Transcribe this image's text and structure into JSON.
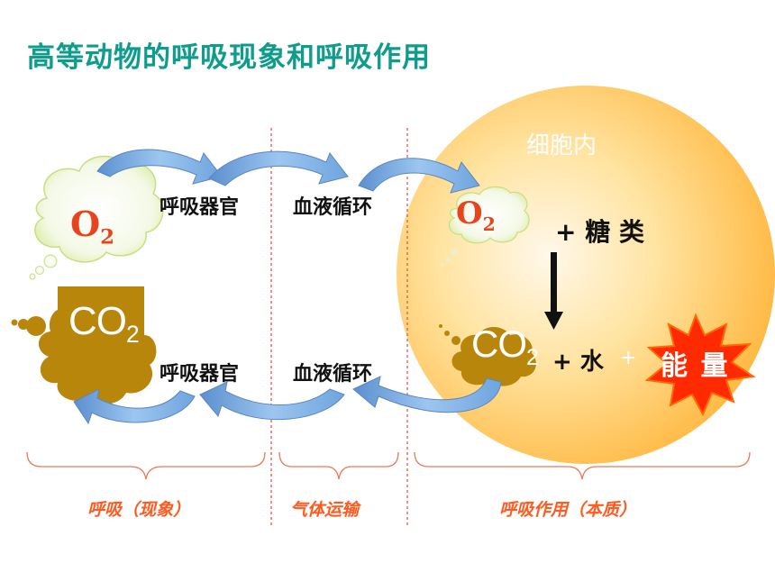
{
  "title": "高等动物的呼吸现象和呼吸作用",
  "cell_label": "细胞内",
  "labels": {
    "organ_top": "呼吸器官",
    "blood_top": "血液循环",
    "organ_bottom": "呼吸器官",
    "blood_bottom": "血液循环"
  },
  "molecules": {
    "o2_left": {
      "base": "O",
      "sub": "2"
    },
    "co2_left": {
      "base": "CO",
      "sub": "2"
    },
    "o2_cell": {
      "base": "O",
      "sub": "2"
    },
    "co2_cell": {
      "base": "CO",
      "sub": "2"
    }
  },
  "equation": {
    "plus_sugar": "+ 糖 类",
    "plus_water": "+ 水",
    "plus_small": "+",
    "energy": "能 量"
  },
  "bottom_labels": {
    "respiration": "呼吸（现象）",
    "transport": "气体运输",
    "cell_respiration": "呼吸作用（本质）"
  },
  "colors": {
    "title": "#0e9c8c",
    "arrow": "#7fb4e8",
    "bottom_text": "#ff5a1f",
    "co2_blob": "#b8860b",
    "cell": "#ffcc55",
    "starburst": "#ff2a00",
    "divider": "#e05a4a",
    "brace": "#e87a5a"
  },
  "icons": {
    "o2_cloud": "thought-cloud-icon",
    "co2_blob": "smoke-cloud-icon",
    "energy": "starburst-icon",
    "process_arrow": "down-arrow-icon"
  }
}
